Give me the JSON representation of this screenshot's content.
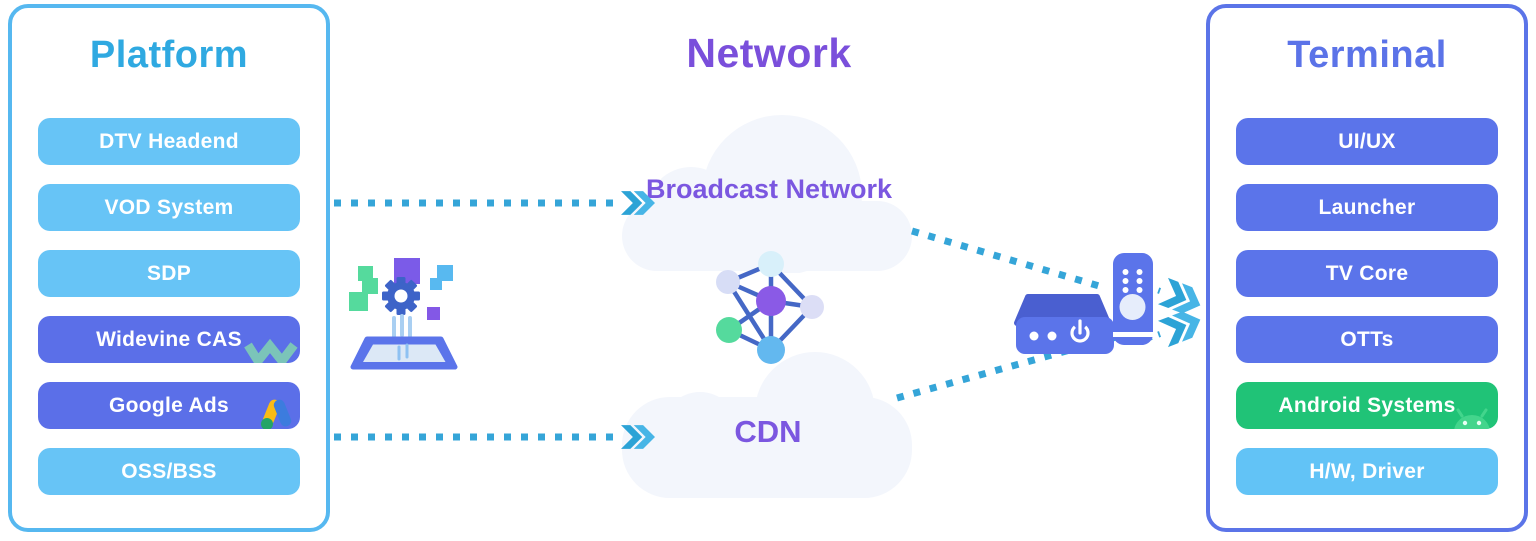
{
  "platform": {
    "title": "Platform",
    "items": [
      {
        "label": "DTV Headend",
        "color": "#67C4F6"
      },
      {
        "label": "VOD System",
        "color": "#67C4F6"
      },
      {
        "label": "SDP",
        "color": "#67C4F6"
      },
      {
        "label": "Widevine CAS",
        "color": "#5B6FE8",
        "icon": "widevine-logo"
      },
      {
        "label": "Google Ads",
        "color": "#5B6FE8",
        "icon": "google-ads-logo"
      },
      {
        "label": "OSS/BSS",
        "color": "#67C4F6"
      }
    ]
  },
  "network": {
    "title": "Network",
    "clouds": [
      {
        "label": "Broadcast Network"
      },
      {
        "label": "CDN"
      }
    ]
  },
  "terminal": {
    "title": "Terminal",
    "items": [
      {
        "label": "UI/UX",
        "color": "#5B74EA"
      },
      {
        "label": "Launcher",
        "color": "#5B74EA"
      },
      {
        "label": "TV Core",
        "color": "#5B74EA"
      },
      {
        "label": "OTTs",
        "color": "#5B74EA"
      },
      {
        "label": "Android Systems",
        "color": "#20C377",
        "icon": "android-logo"
      },
      {
        "label": "H/W, Driver",
        "color": "#62C3F6"
      }
    ]
  },
  "icons": [
    "tablet-gear-icon",
    "network-nodes-icon",
    "settop-box-icon",
    "remote-control-icon",
    "widevine-logo-icon",
    "google-ads-logo-icon",
    "android-robot-icon",
    "double-chevron-arrow-icon",
    "power-icon"
  ],
  "colors": {
    "platform_accent": "#2FA9E1",
    "platform_border": "#56B8F0",
    "item_light_blue": "#67C4F6",
    "item_indigo": "#5B6FE8",
    "terminal_accent": "#5B73E8",
    "terminal_item": "#5B74EA",
    "android_green": "#20C377",
    "network_accent": "#7A4FDB",
    "cloud_fill": "#F3F6FC",
    "cloud_label": "#7B57E0",
    "dotted_line": "#35A5D8",
    "chevron_dark": "#2CA3D6",
    "chevron_light": "#47B5E6"
  }
}
